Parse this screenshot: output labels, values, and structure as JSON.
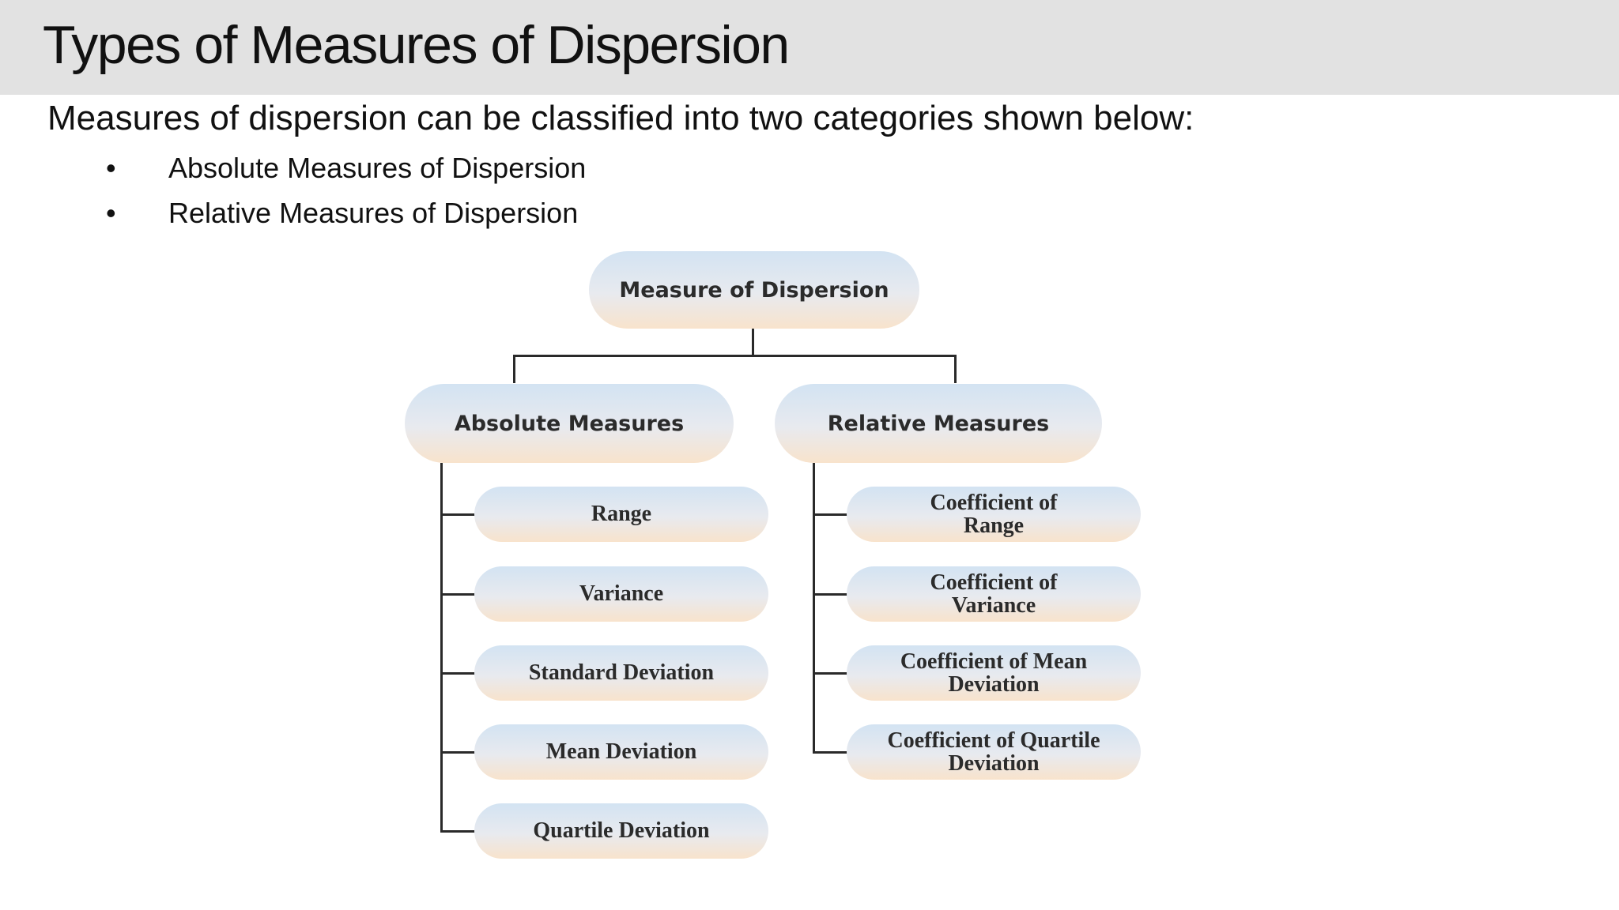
{
  "slide": {
    "title": "Types of Measures of Dispersion",
    "intro": "Measures of dispersion can be classified into two categories shown below:",
    "bullets": [
      "Absolute Measures of Dispersion",
      "Relative Measures of Dispersion"
    ],
    "bullet_glyph": "•"
  },
  "diagram": {
    "root": "Measure of Dispersion",
    "branches": [
      {
        "label": "Absolute Measures",
        "children": [
          "Range",
          "Variance",
          "Standard Deviation",
          "Mean Deviation",
          "Quartile Deviation"
        ]
      },
      {
        "label": "Relative Measures",
        "children": [
          "Coefficient of Range",
          "Coefficient of Variance",
          "Coefficient of Mean Deviation",
          "Coefficient of Quartile Deviation"
        ]
      }
    ],
    "colors": {
      "pill_top": "#d3e3f2",
      "pill_bottom": "#f8e3cc",
      "connector": "#2a2a2a",
      "title_bar": "#e2e2e2"
    }
  }
}
